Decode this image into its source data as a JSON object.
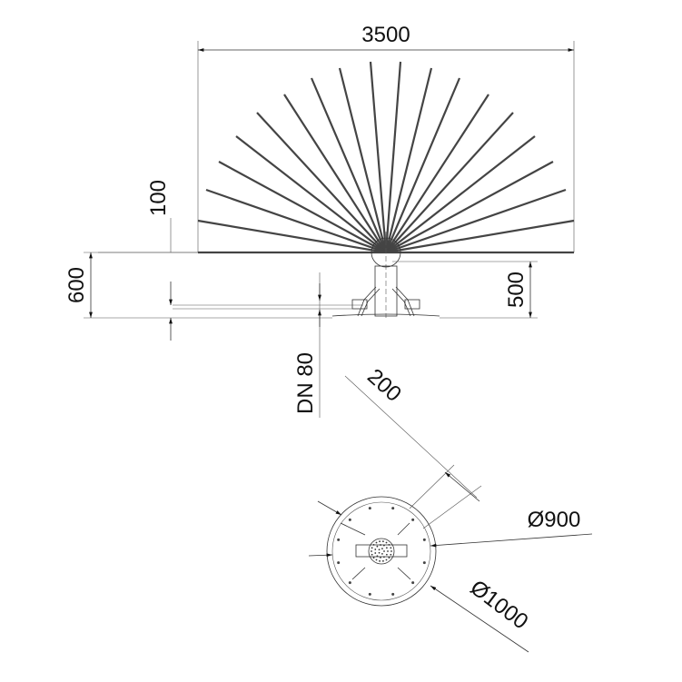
{
  "drawing": {
    "dimensions": {
      "width_total": "3500",
      "fan_offset": "100",
      "height_total": "600",
      "post_height": "500",
      "pipe": "DN 80",
      "foot_width": "200",
      "inner_diameter": "Ø900",
      "outer_diameter": "Ø1000"
    },
    "ray_count": 20,
    "line_color": "#333333"
  }
}
